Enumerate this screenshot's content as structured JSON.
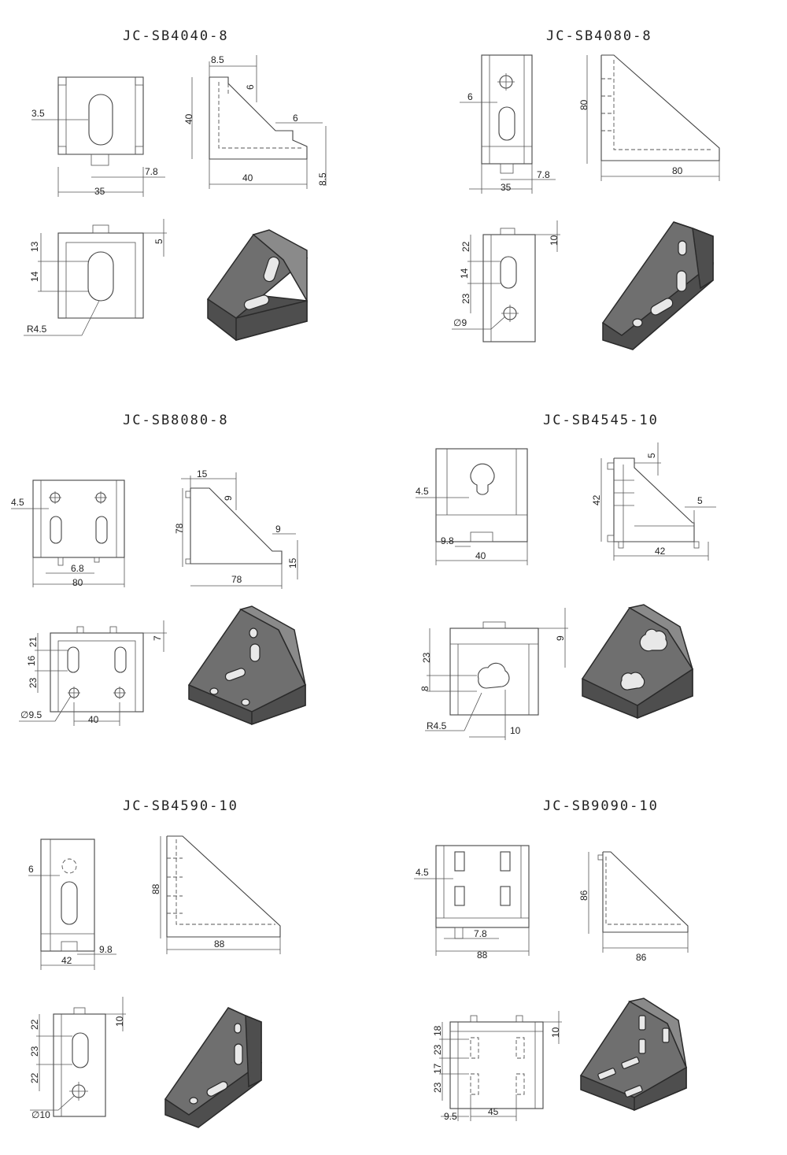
{
  "panels": [
    {
      "id": "sb4040",
      "title": "JC-SB4040-8",
      "dims": {
        "a": "8.5",
        "b": "6",
        "c": "40",
        "d": "6",
        "e": "3.5",
        "f": "7.8",
        "g": "35",
        "h": "40",
        "i": "8.5",
        "j": "13",
        "k": "5",
        "l": "14",
        "m": "R4.5"
      }
    },
    {
      "id": "sb4080",
      "title": "JC-SB4080-8",
      "dims": {
        "a": "6",
        "b": "80",
        "c": "7.8",
        "d": "35",
        "e": "80",
        "f": "10",
        "g": "22",
        "h": "14",
        "i": "23",
        "j": "∅9"
      }
    },
    {
      "id": "sb8080",
      "title": "JC-SB8080-8",
      "dims": {
        "a": "15",
        "b": "4.5",
        "c": "9",
        "d": "78",
        "e": "9",
        "f": "15",
        "g": "6.8",
        "h": "80",
        "i": "78",
        "j": "7",
        "k": "21",
        "l": "16",
        "m": "23",
        "n": "∅9.5",
        "o": "40"
      }
    },
    {
      "id": "sb4545",
      "title": "JC-SB4545-10",
      "dims": {
        "a": "5",
        "b": "4.5",
        "c": "42",
        "d": "5",
        "e": "9.8",
        "f": "40",
        "g": "42",
        "h": "9",
        "i": "23",
        "j": "8",
        "k": "R4.5",
        "l": "10"
      }
    },
    {
      "id": "sb4590",
      "title": "JC-SB4590-10",
      "dims": {
        "a": "6",
        "b": "88",
        "c": "9.8",
        "d": "42",
        "e": "88",
        "f": "10",
        "g": "22",
        "h": "23",
        "i": "22",
        "j": "∅10"
      }
    },
    {
      "id": "sb9090",
      "title": "JC-SB9090-10",
      "dims": {
        "a": "4.5",
        "b": "86",
        "c": "7.8",
        "d": "88",
        "e": "86",
        "f": "10",
        "g": "18",
        "h": "23",
        "i": "17",
        "j": "23",
        "k": "9.5",
        "l": "45"
      }
    }
  ],
  "colors": {
    "line": "#444444",
    "part": "#6f6f6f",
    "partDark": "#4e4e4e"
  }
}
